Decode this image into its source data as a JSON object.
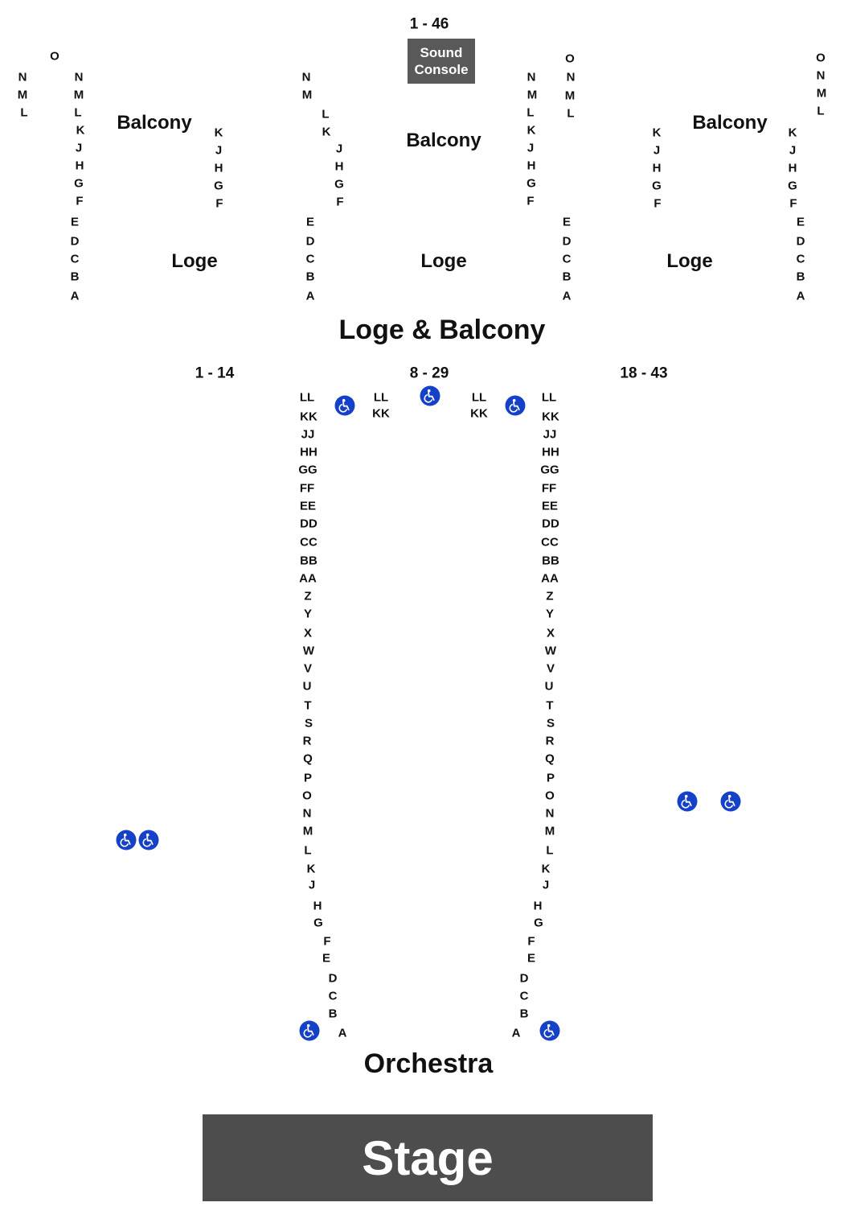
{
  "title": "Loge & Balcony",
  "seat_ranges": {
    "balcony_center": "1 - 46",
    "orch_left": "1 - 14",
    "orch_center": "8 - 29",
    "orch_right": "18 - 43"
  },
  "sound_console": [
    "Sound",
    "Console"
  ],
  "sections": {
    "balcony_left": "Balcony",
    "balcony_center": "Balcony",
    "balcony_right": "Balcony",
    "loge_left": "Loge",
    "loge_center": "Loge",
    "loge_right": "Loge",
    "orchestra": "Orchestra",
    "stage": "Stage"
  },
  "accessible_icon": "wheelchair-icon",
  "colors": {
    "accessible": "#1540c8",
    "stage": "#4d4d4d",
    "console": "#595959"
  },
  "rows": {
    "upper_far_left": [
      "N",
      "M",
      "L"
    ],
    "upper_left_o": [
      "O"
    ],
    "upper_left_col": [
      "N",
      "M",
      "L",
      "K",
      "J",
      "H",
      "G",
      "F"
    ],
    "loge_left_col": [
      "E",
      "D",
      "C",
      "B",
      "A"
    ],
    "balcony_left_right_col": [
      "K",
      "J",
      "H",
      "G",
      "F"
    ],
    "center_left_nm": [
      "N",
      "M"
    ],
    "center_left_lk": [
      "L",
      "K"
    ],
    "center_left_jf": [
      "J",
      "H",
      "G",
      "F"
    ],
    "center_loge_left": [
      "E",
      "D",
      "C",
      "B",
      "A"
    ],
    "center_right_col": [
      "N",
      "M",
      "L",
      "K",
      "J",
      "H",
      "G",
      "F"
    ],
    "center_right_onml": [
      "O",
      "N",
      "M",
      "L"
    ],
    "center_loge_right": [
      "E",
      "D",
      "C",
      "B",
      "A"
    ],
    "right_left_col": [
      "K",
      "J",
      "H",
      "G",
      "F"
    ],
    "right_right_col": [
      "K",
      "J",
      "H",
      "G",
      "F"
    ],
    "right_loge_col": [
      "E",
      "D",
      "C",
      "B",
      "A"
    ],
    "far_right_onml": [
      "O",
      "N",
      "M",
      "L"
    ],
    "orch_center_left_top": [
      "LL",
      "KK"
    ],
    "orch_center_right_top": [
      "LL",
      "KK"
    ],
    "orch_left_aisle": [
      "LL",
      "KK",
      "JJ",
      "HH",
      "GG",
      "FF",
      "EE",
      "DD",
      "CC",
      "BB",
      "AA",
      "Z",
      "Y",
      "X",
      "W",
      "V",
      "U",
      "T",
      "S",
      "R",
      "Q",
      "P",
      "O",
      "N",
      "M",
      "L",
      "K",
      "J",
      "H",
      "G",
      "F",
      "E",
      "D",
      "C",
      "B",
      "A"
    ],
    "orch_right_aisle": [
      "LL",
      "KK",
      "JJ",
      "HH",
      "GG",
      "FF",
      "EE",
      "DD",
      "CC",
      "BB",
      "AA",
      "Z",
      "Y",
      "X",
      "W",
      "V",
      "U",
      "T",
      "S",
      "R",
      "Q",
      "P",
      "O",
      "N",
      "M",
      "L",
      "K",
      "J",
      "H",
      "G",
      "F",
      "E",
      "D",
      "C",
      "B",
      "A"
    ]
  }
}
